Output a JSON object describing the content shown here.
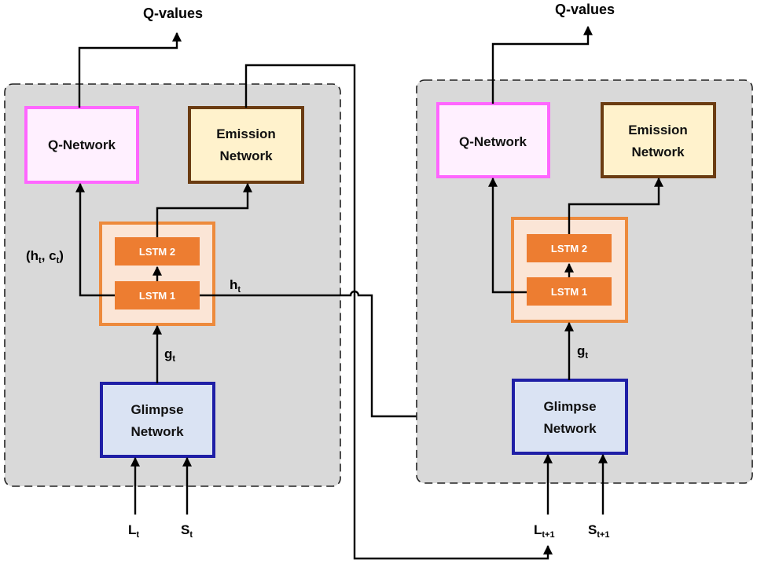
{
  "colors": {
    "panel_bg": "#d9d9d9",
    "qnet_border": "#ff66ff",
    "qnet_fill": "#fff0ff",
    "emission_border": "#6b3c12",
    "emission_fill": "#fff2cc",
    "lstm_outer_border": "#ed8a3c",
    "lstm_outer_fill": "#fbe5d6",
    "lstm_cell": "#ed7d31",
    "glimpse_border": "#1f1fa6",
    "glimpse_fill": "#dae3f3"
  },
  "left": {
    "q_values": "Q-values",
    "q_network": "Q-Network",
    "emission": [
      "Emission",
      "Network"
    ],
    "lstm2": "LSTM 2",
    "lstm1": "LSTM 1",
    "hc_label": {
      "open": "(h",
      "sub1": "t",
      "mid": ", c",
      "sub2": "t",
      "close": ")"
    },
    "h_label": {
      "base": "h",
      "sub": "t"
    },
    "g_label": {
      "base": "g",
      "sub": "t"
    },
    "glimpse": [
      "Glimpse",
      "Network"
    ],
    "input_l": {
      "base": "L",
      "sub": "t"
    },
    "input_s": {
      "base": "S",
      "sub": "t"
    }
  },
  "right": {
    "q_values": "Q-values",
    "q_network": "Q-Network",
    "emission": [
      "Emission",
      "Network"
    ],
    "lstm2": "LSTM 2",
    "lstm1": "LSTM 1",
    "g_label": {
      "base": "g",
      "sub": "t"
    },
    "glimpse": [
      "Glimpse",
      "Network"
    ],
    "input_l": {
      "base": "L",
      "sub": "t+1"
    },
    "input_s": {
      "base": "S",
      "sub": "t+1"
    }
  }
}
